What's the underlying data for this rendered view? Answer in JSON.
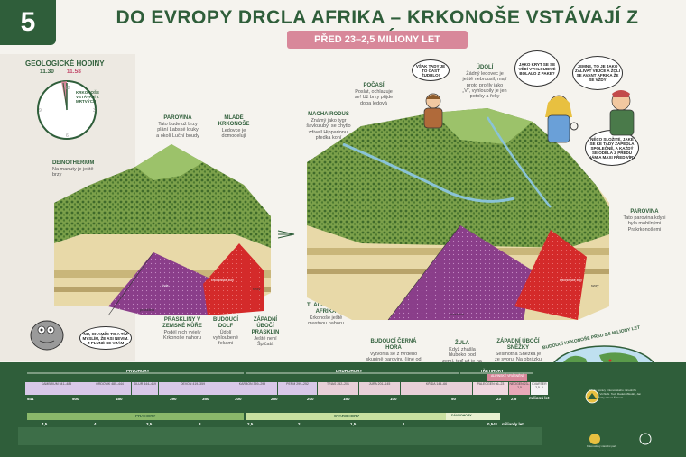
{
  "header": {
    "number": "5",
    "title": "DO EVROPY DRCLA AFRIKA – KRKONOŠE VSTÁVAJÍ Z MRTVÝCH",
    "subtitle": "PŘED 23–2,5 MILIONY LET"
  },
  "clock": {
    "title": "GEOLOGICKÉ HODINY",
    "time_start": "11.30",
    "time_end": "11.58",
    "note": "KRKONOŠE VSTÁVAJÍ Z MRTVÝCH",
    "numbers": [
      "12",
      "3",
      "6",
      "9"
    ]
  },
  "left_labels": {
    "deinotherium_title": "DEINOTHERIUM",
    "deinotherium_text": "Na manuty je ještě brzy",
    "parovina_title": "PAROVINA",
    "parovina_text": "Tato bude už brzy plání Labské louky a okolí Luční boudy",
    "mlade_title": "MLADÉ KRKONOŠE",
    "mlade_text": "Ledovce je domodelují",
    "praskliny_title": "PRASKLINY V ZEMSKÉ KŮŘE",
    "praskliny_text": "Podél nich vyjely Krkonoše nahoru",
    "dolf_title": "BUDOUCÍ DOLF",
    "dolf_text": "Údolí vyhloubené řekami",
    "zapadni_title": "ZÁPADNÍ ÚBOČÍ PRASKLIN",
    "zapadni_text": "Ještě není Špičatá",
    "prasklina_small": "prasklina",
    "rock_small_1": "žula",
    "rock_small_2": "krkonošské žuly",
    "rock_small_3": "svory"
  },
  "mid_labels": {
    "push_title": "TLAČÍ NA NÁS AFRIKA",
    "push_text": "Krkonoše ještě mastnou nahoru"
  },
  "right_labels": {
    "pocasi_title": "POČASÍ",
    "pocasi_text": "Poslat, ochlazuje se! Už brzy přijde doba ledová",
    "udoli_title": "ÚDOLÍ",
    "udoli_text": "Žádný ledovec je ještě nebrousil, mají proto profily jako „V“, vyhloubily je jen potoky a řeky",
    "machairodus_title": "MACHAIRODUS",
    "machairodus_text": "Známý jako tygr šavlozubý, se chytlo zdivell Hipparionu, předka koní",
    "parovina_title": "PAROVINA",
    "parovina_text": "Tato parovina kdysi byla mobilnými Prakrkonošemi",
    "ceska_title": "BUDOUCÍ ČERNÁ HORA",
    "ceska_text": "Vytvořila se z tvrdého skupině parovinu (jiné od hlavního hřebene Krkonoš)",
    "zula_title": "ŽULA",
    "zula_text": "Když zhašla hluboko pod zemí, teď už je na povrchu",
    "snezky_title": "ZÁPADNÍ ÚBOČÍ SNĚŽKY",
    "snezky_text": "Sesmotná Sněžka je ze svoru. Na obrázku je neviditě, žula tvoří jen její západní úbočí",
    "prasklina_small": "prasklina",
    "rock_small_1": "krkonošské žuly",
    "rock_small_2": "svory"
  },
  "speech": {
    "turtle": "NU, OKAMŽE TO A TÍM MYSLÍM, ŽE ASI NEVIM. Z PLUNÉ SE VZÁM",
    "kid1": "VŠAK TADY JE TO ČASŤ ŽUDRLO!",
    "girl": "JAKO KRYT SE SE VĚDÍ VYHLOUBIVÉ BOLALO Z PAKE?",
    "boy": "JEMNE, TO JE JAKO ZALÍVAT VEJCE A ŽOLÍ SE AVANT AFRIKA ŽE SE VŽDY",
    "man": "NĚCO SLOŽITÉ, JAKÉ SE KE TADY ZÁPEDLA SPOLEČNĚ, A KAŽDÝ SE ODĚLÁ Z PŘEDU NÁM A MAXI PŘED VÍRY"
  },
  "world_label": "BUDOUCÍ KRKONOŠE PŘED 2,5 MILIONY LET",
  "timeline": {
    "eras": [
      "PRVOHORY",
      "DRUHOHORY",
      "TŘETIHORY"
    ],
    "periods": [
      {
        "name": "KAMBRIUM",
        "range": "541–485"
      },
      {
        "name": "ORDOVIK",
        "range": "485–444"
      },
      {
        "name": "SILUR",
        "range": "444–419"
      },
      {
        "name": "DEVON",
        "range": "419–359"
      },
      {
        "name": "KARBON",
        "range": "359–299"
      },
      {
        "name": "PERM",
        "range": "299–252"
      },
      {
        "name": "TRIAS",
        "range": "252–201"
      },
      {
        "name": "JURA",
        "range": "201–145"
      },
      {
        "name": "KŘÍDA",
        "range": "145–66"
      },
      {
        "name": "PALEOGEN",
        "range": "66–23"
      },
      {
        "name": "NEOGEN",
        "range": "23–2,5"
      },
      {
        "name": "KVARTÉR",
        "range": "2,5–0"
      }
    ],
    "highlight": "ALPINSKÉ VRÁSNĚNÍ",
    "ticks_top": [
      "541",
      "500",
      "450",
      "390",
      "350",
      "300",
      "250",
      "200",
      "150",
      "100",
      "50",
      "23",
      "2,5"
    ],
    "top_unit": "milionů let",
    "eons": [
      "PRAHORY",
      "STAROHORY",
      "DÁVNOHORY"
    ],
    "ticks_bottom": [
      "4,5",
      "4",
      "3,5",
      "3",
      "2,5",
      "2",
      "1,5",
      "1",
      "0,541"
    ],
    "bottom_unit": "miliardy let",
    "footer_left": "Tabule Správy Krkonošského národního parku ve Vrchlabí. Text: Radek Mikuláš, Jan Vítek. Kresby: Pavel Šrámek",
    "footer_right": "Krkonošský národní park"
  },
  "colors": {
    "primary_green": "#2f5e3a",
    "pink": "#d8889a",
    "granite_red": "#d42a2a",
    "schist_purple": "#8a3e8a"
  }
}
